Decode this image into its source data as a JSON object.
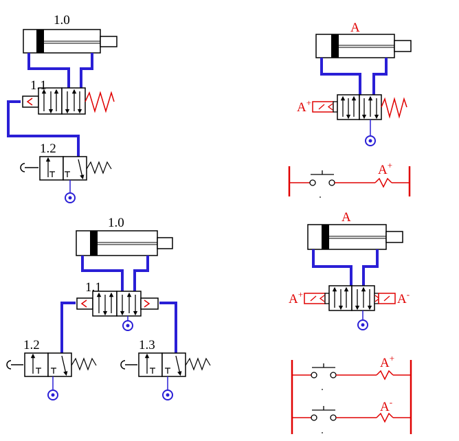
{
  "colors": {
    "line": "#000000",
    "pipe": "#2a1fd6",
    "red": "#e00000",
    "fill": "#ffffff"
  },
  "diagram1": {
    "cylinder_label": "1.0",
    "valve_label": "1.1",
    "button_valve_label": "1.2"
  },
  "diagram2": {
    "cylinder_label": "A",
    "coil_label": "A",
    "coil_sup": "+"
  },
  "ladder1": {
    "coil_label": "A",
    "coil_sup": "+"
  },
  "diagram3": {
    "cylinder_label": "1.0",
    "valve_label": "1.1",
    "left_button_label": "1.2",
    "right_button_label": "1.3"
  },
  "diagram4": {
    "cylinder_label": "A",
    "left_coil_label": "A",
    "left_coil_sup": "+",
    "right_coil_label": "A",
    "right_coil_sup": "-"
  },
  "ladder2": {
    "rung1_coil_label": "A",
    "rung1_coil_sup": "+",
    "rung2_coil_label": "A",
    "rung2_coil_sup": "-"
  }
}
